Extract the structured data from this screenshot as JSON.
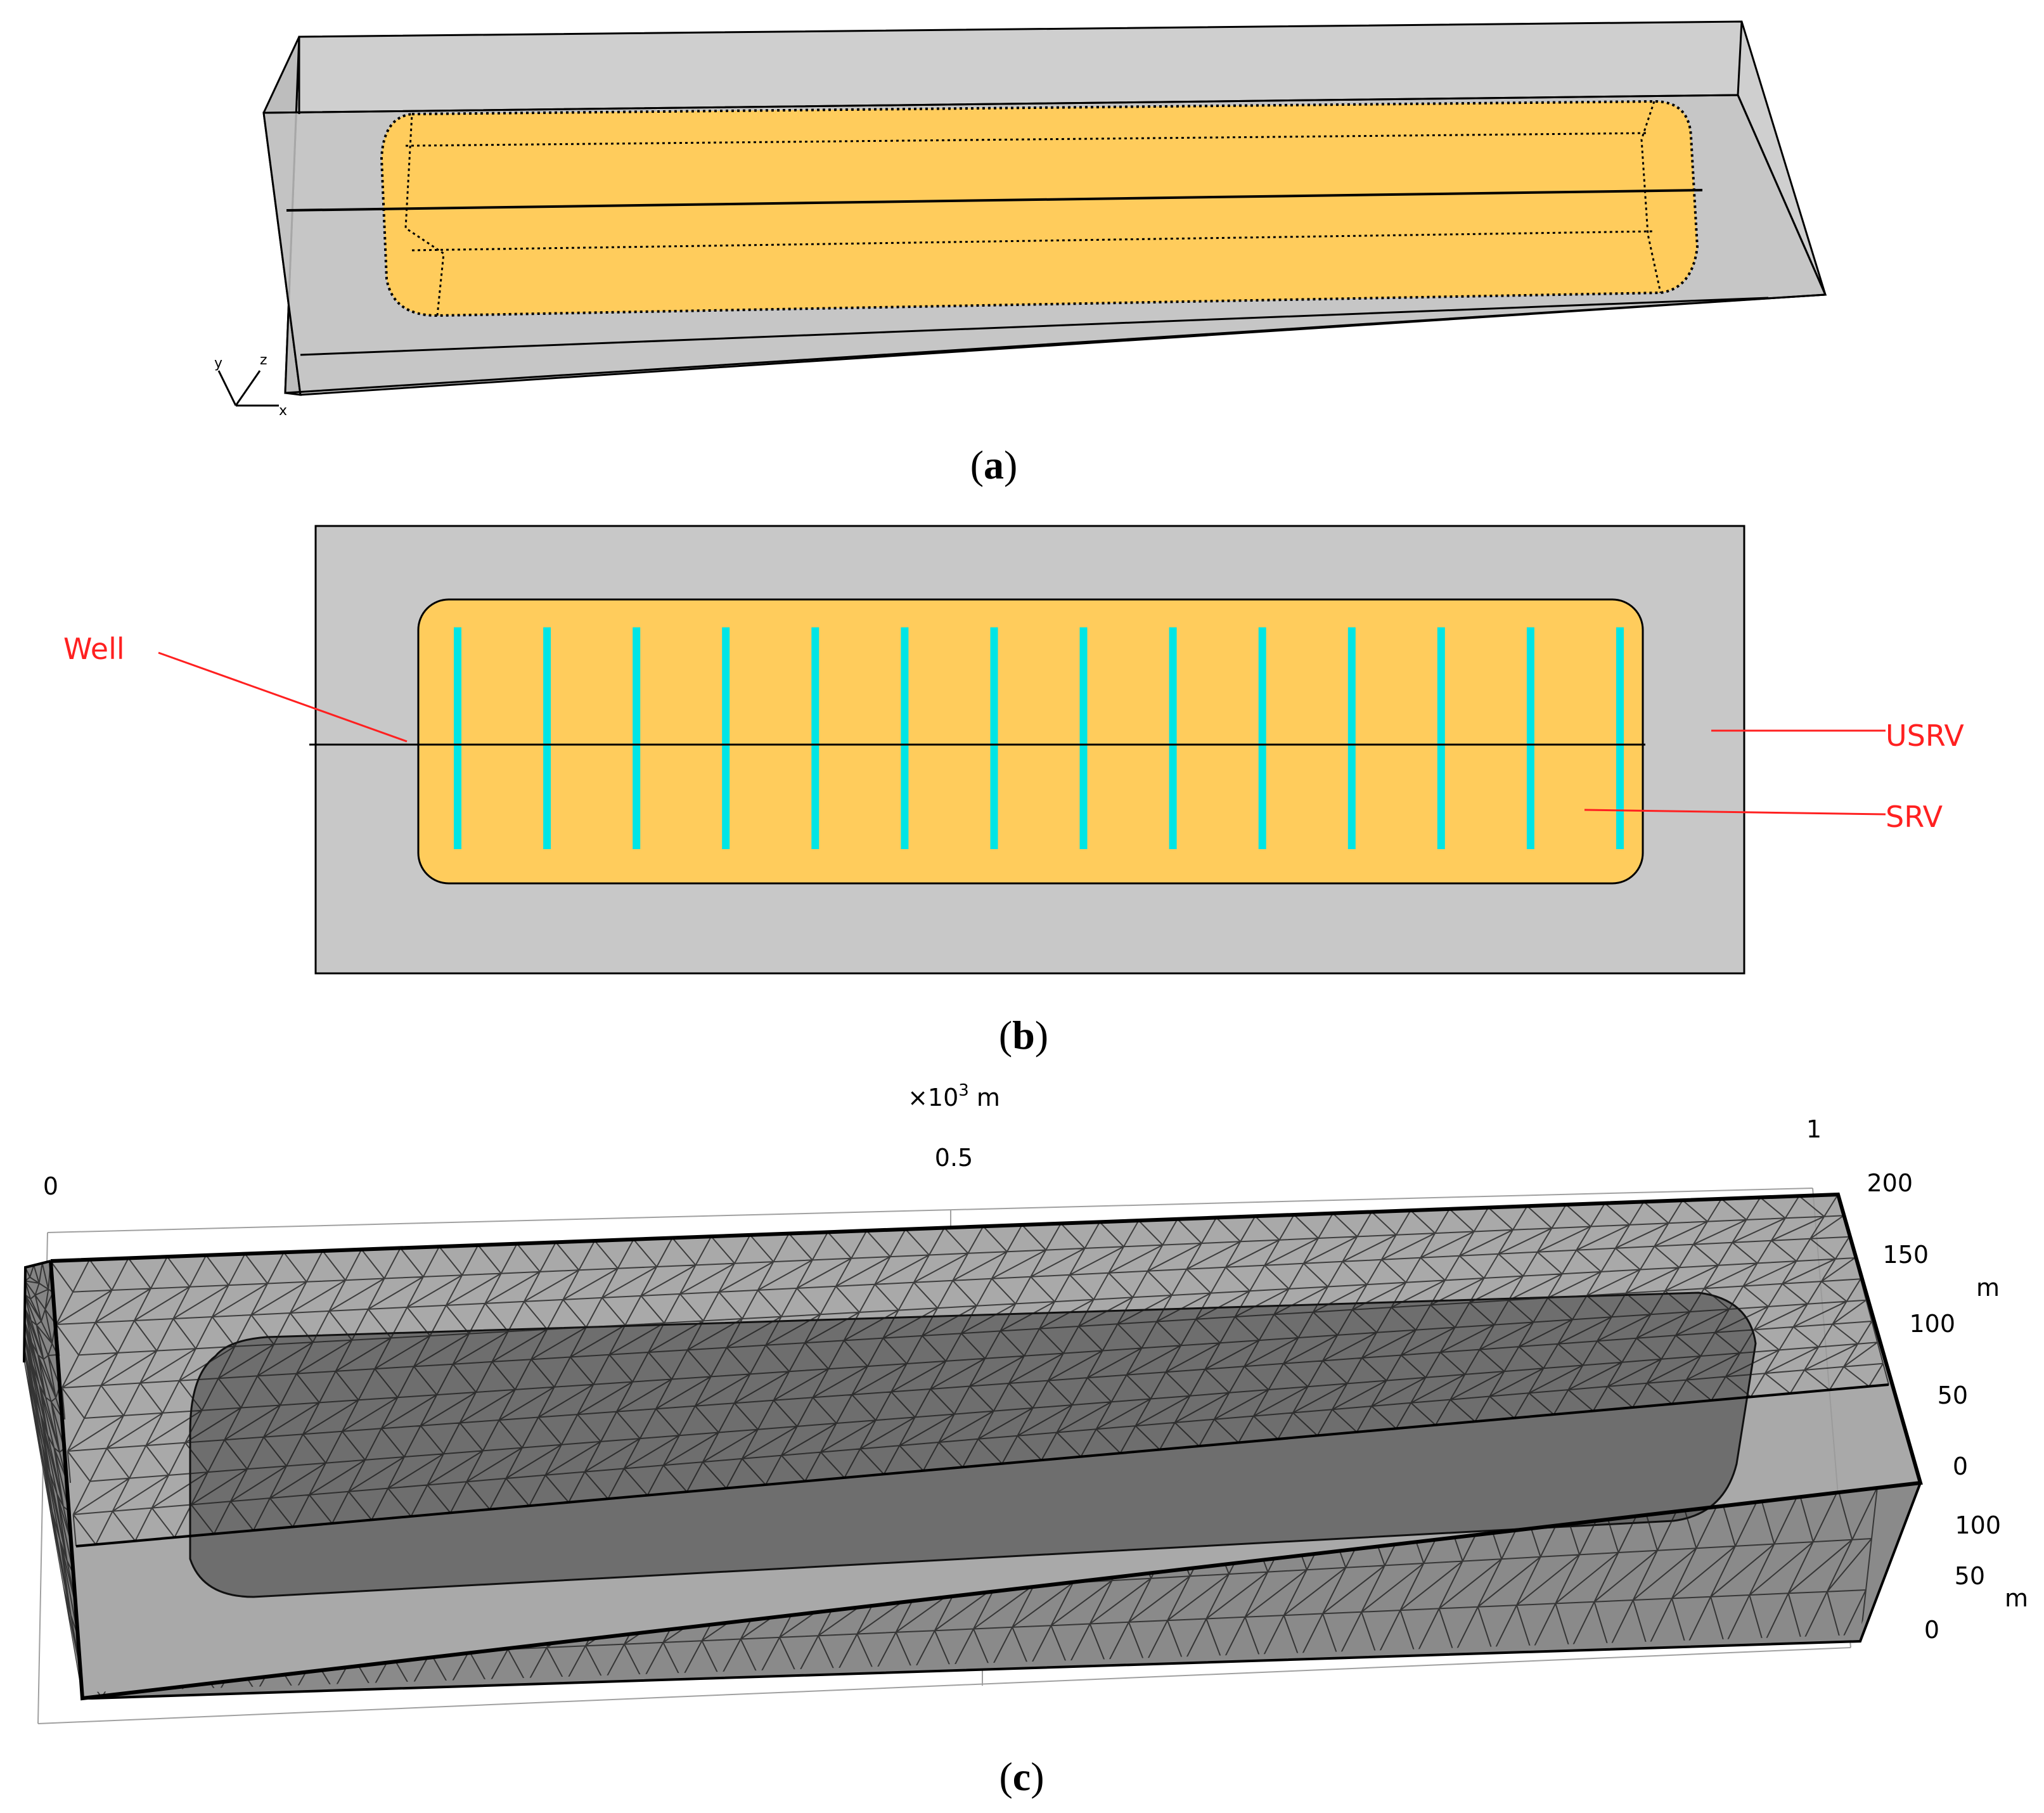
{
  "panels": {
    "a": {
      "caption_open": "(",
      "caption_letter": "a",
      "caption_close": ")",
      "axis_triad": {
        "x": "x",
        "y": "y",
        "z": "z"
      },
      "colors": {
        "box": "#c8c8c8",
        "srv": "#ffcc5c",
        "outline": "#000000"
      }
    },
    "b": {
      "caption_open": "(",
      "caption_letter": "b",
      "caption_close": ")",
      "labels": {
        "well": "Well",
        "usrv": "USRV",
        "srv": "SRV"
      },
      "fracture_count": 14,
      "colors": {
        "box": "#c8c8c8",
        "srv": "#ffcc5c",
        "fracture": "#00e5e5",
        "label": "#ff2020"
      }
    },
    "c": {
      "caption_open": "(",
      "caption_letter": "c",
      "caption_close": ")",
      "axis_x": {
        "scale_prefix": "×10",
        "scale_exp": "3",
        "scale_unit": " m",
        "ticks": [
          "0",
          "0.5",
          "1"
        ]
      },
      "axis_z": {
        "ticks": [
          "200",
          "150",
          "100",
          "50",
          "0"
        ],
        "unit": "m"
      },
      "axis_y": {
        "ticks": [
          "100",
          "50",
          "0"
        ],
        "unit": "m"
      },
      "colors": {
        "mesh_fill": "#9a9a9a",
        "inner": "#6a6a6a",
        "mesh_line": "#1a1a1a"
      }
    }
  }
}
